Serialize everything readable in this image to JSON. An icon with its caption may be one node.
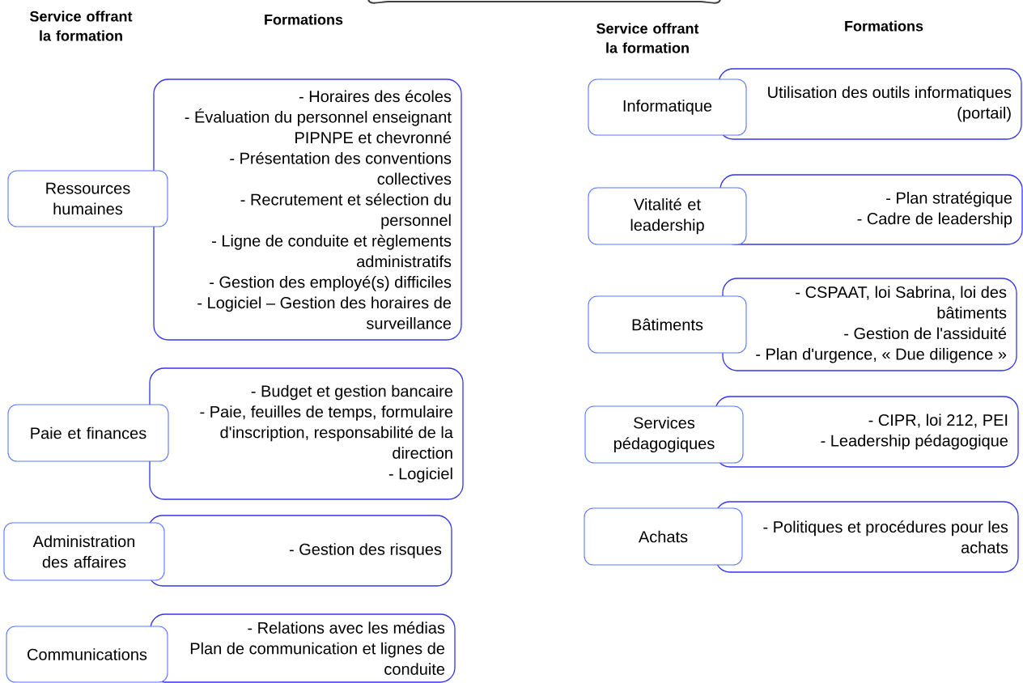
{
  "diagram": {
    "nodes": [
      {
        "text": [
          "Ressources humaines"
        ]
      },
      {
        "text": [
          "- Horaires des écoles",
          "- Évaluation du personnel enseignant PIPNPE et chevronné",
          "- Présentation des conventions collectives",
          "- Recrutement et sélection du personnel",
          "- Ligne de conduite et règlements administratifs",
          "- Gestion des employé(s) difficiles",
          "- Logiciel – Gestion des horaires de surveillance"
        ]
      },
      {
        "text": [
          "Paie et finances"
        ]
      },
      {
        "text": [
          "- Budget et gestion bancaire",
          "- Paie, feuilles de temps, formulaire d'inscription, responsabilité de la direction",
          "- Logiciel"
        ]
      },
      {
        "text": [
          "Administration des affaires"
        ]
      },
      {
        "text": [
          "- Gestion des risques"
        ]
      },
      {
        "text": [
          "Communications"
        ]
      },
      {
        "text": [
          "- Relations avec les médias",
          "Plan de communication et lignes de conduite"
        ]
      },
      {
        "text": [
          "Informatique"
        ]
      },
      {
        "text": [
          "Utilisation des outils informatiques (portail)"
        ]
      },
      {
        "text": [
          "Vitalité et leadership"
        ]
      },
      {
        "text": [
          "- Plan stratégique",
          "- Cadre de leadership"
        ]
      },
      {
        "text": [
          "Bâtiments"
        ]
      },
      {
        "text": [
          "- CSPAAT, loi Sabrina, loi des bâtiments",
          "- Gestion de l'assiduité",
          "- Plan d'urgence, « Due diligence »"
        ]
      },
      {
        "text": [
          "Services pédagogiques"
        ]
      },
      {
        "text": [
          "- CIPR, loi 212, PEI",
          "- Leadership pédagogique"
        ]
      },
      {
        "text": [
          "Achats"
        ]
      },
      {
        "text": [
          "- Politiques et procédures pour les achats"
        ]
      }
    ],
    "labels": [
      "Service offrant la formation",
      "Formations",
      "Service offrant la formation",
      "Formations"
    ]
  }
}
